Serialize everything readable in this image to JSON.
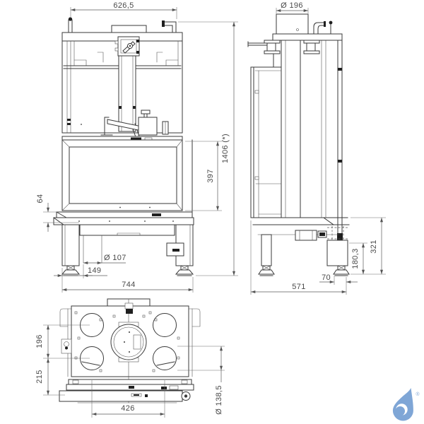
{
  "drawing": {
    "front_view": {
      "dimensions": {
        "top_connections_width": "626,5",
        "overall_height": "1406 (*)",
        "glass_height": "397",
        "hearth_height": "64",
        "floor_duct_diameter": "Ø 107",
        "floor_duct_offset": "149",
        "overall_width": "744"
      }
    },
    "side_view": {
      "dimensions": {
        "flue_diameter": "Ø 196",
        "overall_depth": "571",
        "rear_foot_inset": "70",
        "pedestal_inner_height": "180,3",
        "pedestal_height": "321"
      }
    },
    "top_view": {
      "dimensions": {
        "duct_row_spacing": "196",
        "front_row_offset": "215",
        "duct_span": "426",
        "duct_diameter": "Ø 138,5"
      }
    },
    "logo": {
      "registered_mark": "®",
      "color": "#7FA6D6"
    }
  }
}
